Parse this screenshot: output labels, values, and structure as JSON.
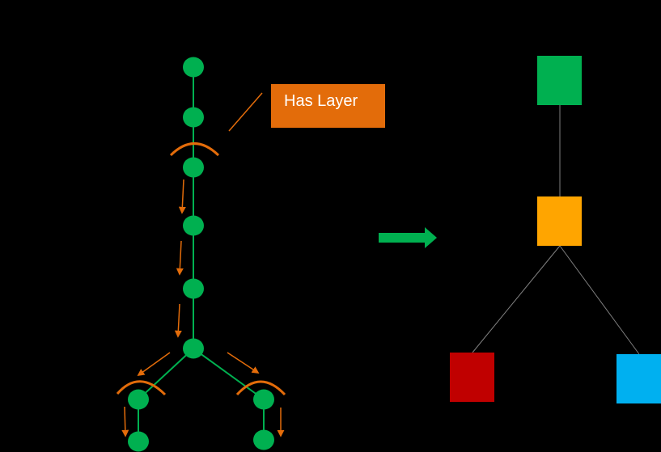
{
  "callout": {
    "label": "Has Layer"
  },
  "colors": {
    "background": "#000000",
    "node": "#00b050",
    "tree_edge": "#00b050",
    "layer_marker": "#e36c0a",
    "callout_fill": "#e36c0a",
    "arrow": "#00b050",
    "layer_tree_edge": "#7f7f7f",
    "layer_root": "#00b050",
    "layer_mid": "#ffa500",
    "layer_left": "#c00000",
    "layer_right": "#00b0f0"
  },
  "left_tree": {
    "nodes": [
      "n1",
      "n2",
      "n3",
      "n4",
      "n5",
      "n6",
      "n7",
      "n8",
      "n9",
      "n10"
    ],
    "edges": [
      [
        "n1",
        "n2"
      ],
      [
        "n2",
        "n3"
      ],
      [
        "n3",
        "n4"
      ],
      [
        "n4",
        "n5"
      ],
      [
        "n5",
        "n6"
      ],
      [
        "n6",
        "n7"
      ],
      [
        "n6",
        "n8"
      ],
      [
        "n7",
        "n9"
      ],
      [
        "n8",
        "n10"
      ]
    ],
    "layer_nodes": [
      "n3",
      "n7",
      "n8"
    ]
  },
  "layer_tree": {
    "nodes": [
      "green-layer",
      "orange-layer",
      "red-layer",
      "blue-layer"
    ],
    "edges": [
      [
        "green-layer",
        "orange-layer"
      ],
      [
        "orange-layer",
        "red-layer"
      ],
      [
        "orange-layer",
        "blue-layer"
      ]
    ]
  }
}
